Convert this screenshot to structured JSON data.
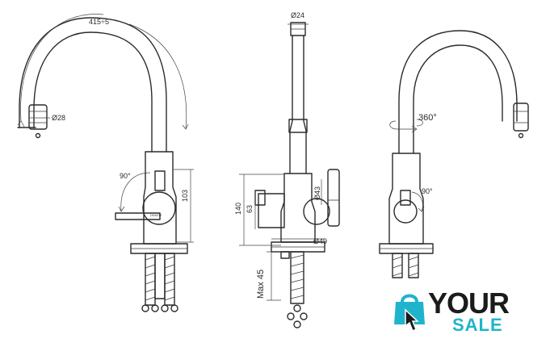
{
  "labels": {
    "span": "415÷5",
    "spout_diameter": "Ø28",
    "lever_angle_left": "90°",
    "body_height": "103",
    "total_height": "140",
    "handle_height": "63",
    "top_diameter": "Ø24",
    "side_diameter": "Ø43",
    "base_diameter": "Ø49",
    "max_thickness": "Max 45",
    "rotation": "360°",
    "lever_angle_right": "90°",
    "brand": "DEANTE"
  },
  "logo": {
    "line1": "YOUR",
    "line2": "SALE",
    "color_dark": "#1b1b1b",
    "color_accent": "#1fb4cc"
  }
}
